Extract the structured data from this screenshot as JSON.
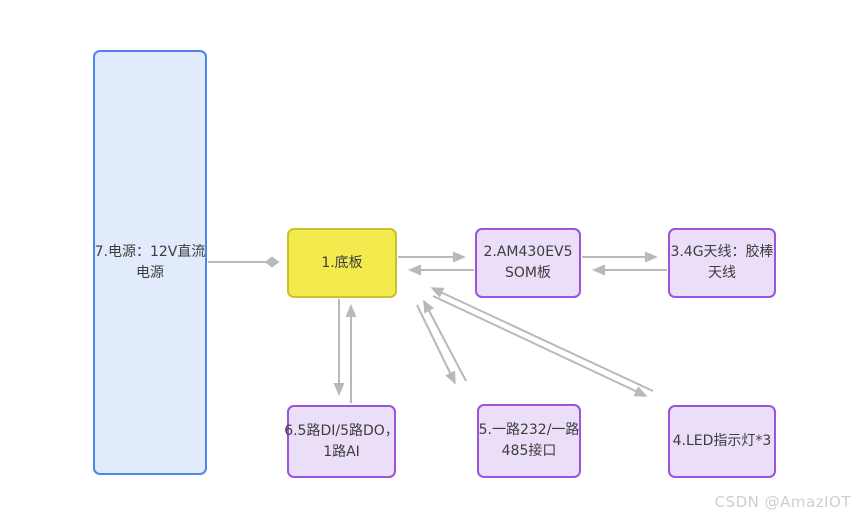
{
  "diagram": {
    "title": "device-block-diagram",
    "nodes": [
      {
        "id": "power",
        "lines": [
          "7.电源：12V直流",
          "电源"
        ]
      },
      {
        "id": "baseboard",
        "lines": [
          "1.底板"
        ]
      },
      {
        "id": "som",
        "lines": [
          "2.AM430EV5",
          "SOM板"
        ]
      },
      {
        "id": "antenna",
        "lines": [
          "3.4G天线：胶棒",
          "天线"
        ]
      },
      {
        "id": "dio",
        "lines": [
          "6.5路DI/5路DO，",
          "1路AI"
        ]
      },
      {
        "id": "serial",
        "lines": [
          "5.一路232/一路",
          "485接口"
        ]
      },
      {
        "id": "led",
        "lines": [
          "4.LED指示灯*3"
        ]
      }
    ],
    "connections": [
      {
        "from": "power",
        "to": "baseboard",
        "head": "diamond"
      },
      {
        "from": "baseboard",
        "to": "som",
        "head": "arrow"
      },
      {
        "from": "som",
        "to": "baseboard",
        "head": "arrow"
      },
      {
        "from": "som",
        "to": "antenna",
        "head": "arrow"
      },
      {
        "from": "antenna",
        "to": "som",
        "head": "arrow"
      },
      {
        "from": "baseboard",
        "to": "dio",
        "head": "arrow"
      },
      {
        "from": "dio",
        "to": "baseboard",
        "head": "arrow"
      },
      {
        "from": "baseboard",
        "to": "serial",
        "head": "arrow"
      },
      {
        "from": "serial",
        "to": "baseboard",
        "head": "arrow"
      },
      {
        "from": "baseboard",
        "to": "led",
        "head": "arrow"
      },
      {
        "from": "led",
        "to": "baseboard",
        "head": "arrow"
      }
    ]
  },
  "colors": {
    "power_fill": "#e2ebfb",
    "power_border": "#4c86e8",
    "baseboard_fill": "#f3ea4e",
    "baseboard_border": "#cbc12d",
    "module_fill": "#ebdef9",
    "module_border": "#9b54da",
    "arrow": "#b7b9bc",
    "text": "#3d3d3d",
    "watermark": "#cfcfcf"
  },
  "watermark": {
    "text": "CSDN @AmazIOT"
  }
}
